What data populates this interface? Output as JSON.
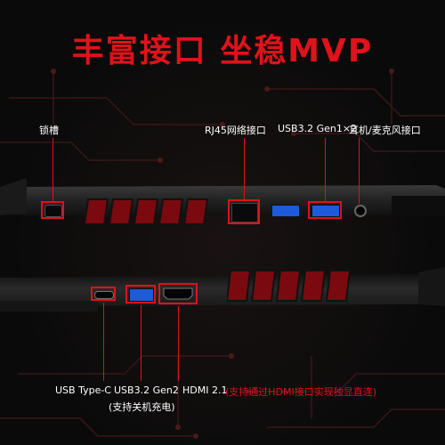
{
  "title": "丰富接口 坐稳MVP",
  "top_labels": {
    "lock": "锁槽",
    "rj45": "RJ45网络接口",
    "usb_top": "USB3.2 Gen1×2",
    "audio": "耳机/麦克风接口"
  },
  "bottom_labels": {
    "usbc": "USB Type-C",
    "usb_gen2": "USB3.2 Gen2",
    "usb_gen2_note": "(支持关机充电)",
    "hdmi": "HDMI 2.1",
    "hdmi_note": "(支持通过HDMI接口实现独显直连)"
  },
  "colors": {
    "accent": "#e0121a",
    "background": "#0b0b0b",
    "usb_port": "#1e5bd8",
    "chassis": "#262626"
  }
}
